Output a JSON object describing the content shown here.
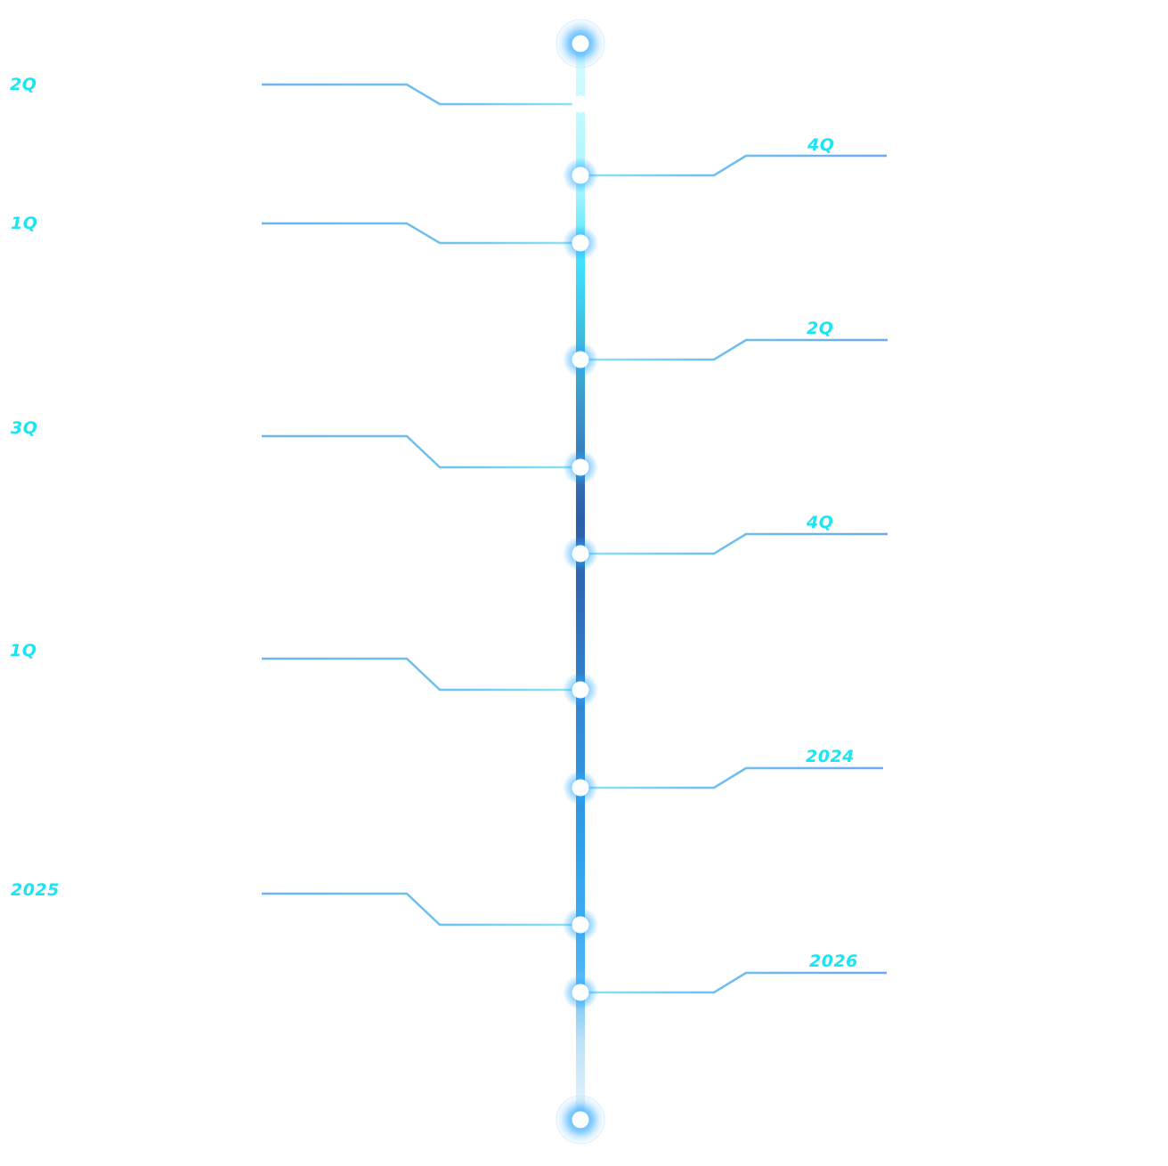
{
  "colors": {
    "label": "#19e6f2",
    "connector": "#6fb3ee",
    "connector_near": "#7fd6f2",
    "node": "#ffffff",
    "glow": "#2aa8ff"
  },
  "timeline": {
    "left_milestones": [
      {
        "label": "2Q"
      },
      {
        "label": "1Q"
      },
      {
        "label": "3Q"
      },
      {
        "label": "1Q"
      },
      {
        "label": "2025"
      }
    ],
    "right_milestones": [
      {
        "label": "4Q"
      },
      {
        "label": "2Q"
      },
      {
        "label": "4Q"
      },
      {
        "label": "2024"
      },
      {
        "label": "2026"
      }
    ]
  }
}
